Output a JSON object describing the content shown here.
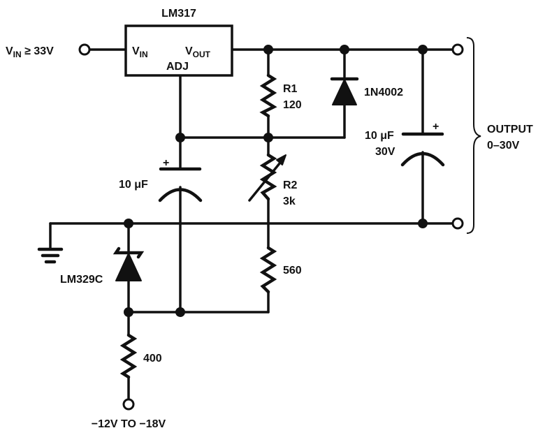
{
  "regulator": {
    "part": "LM317",
    "vin_main": "V",
    "vin_sub": "IN",
    "vout_main": "V",
    "vout_sub": "OUT",
    "adj": "ADJ"
  },
  "input": {
    "label_main": "V",
    "label_sub": "IN",
    "label_rest": " ≥ 33V"
  },
  "r1": {
    "ref": "R1",
    "value": "120"
  },
  "r2": {
    "ref": "R2",
    "value": "3k"
  },
  "r3": {
    "value": "560"
  },
  "r4": {
    "value": "400"
  },
  "diode": {
    "part": "1N4002"
  },
  "cap_adj": {
    "plus": "+",
    "value": "10 μF"
  },
  "cap_out": {
    "plus": "+",
    "value": "10 μF",
    "voltage": "30V"
  },
  "zener": {
    "part": "LM329C"
  },
  "output": {
    "line1": "OUTPUT",
    "line2": "0–30V"
  },
  "neg_supply": {
    "label": "−12V TO −18V"
  }
}
